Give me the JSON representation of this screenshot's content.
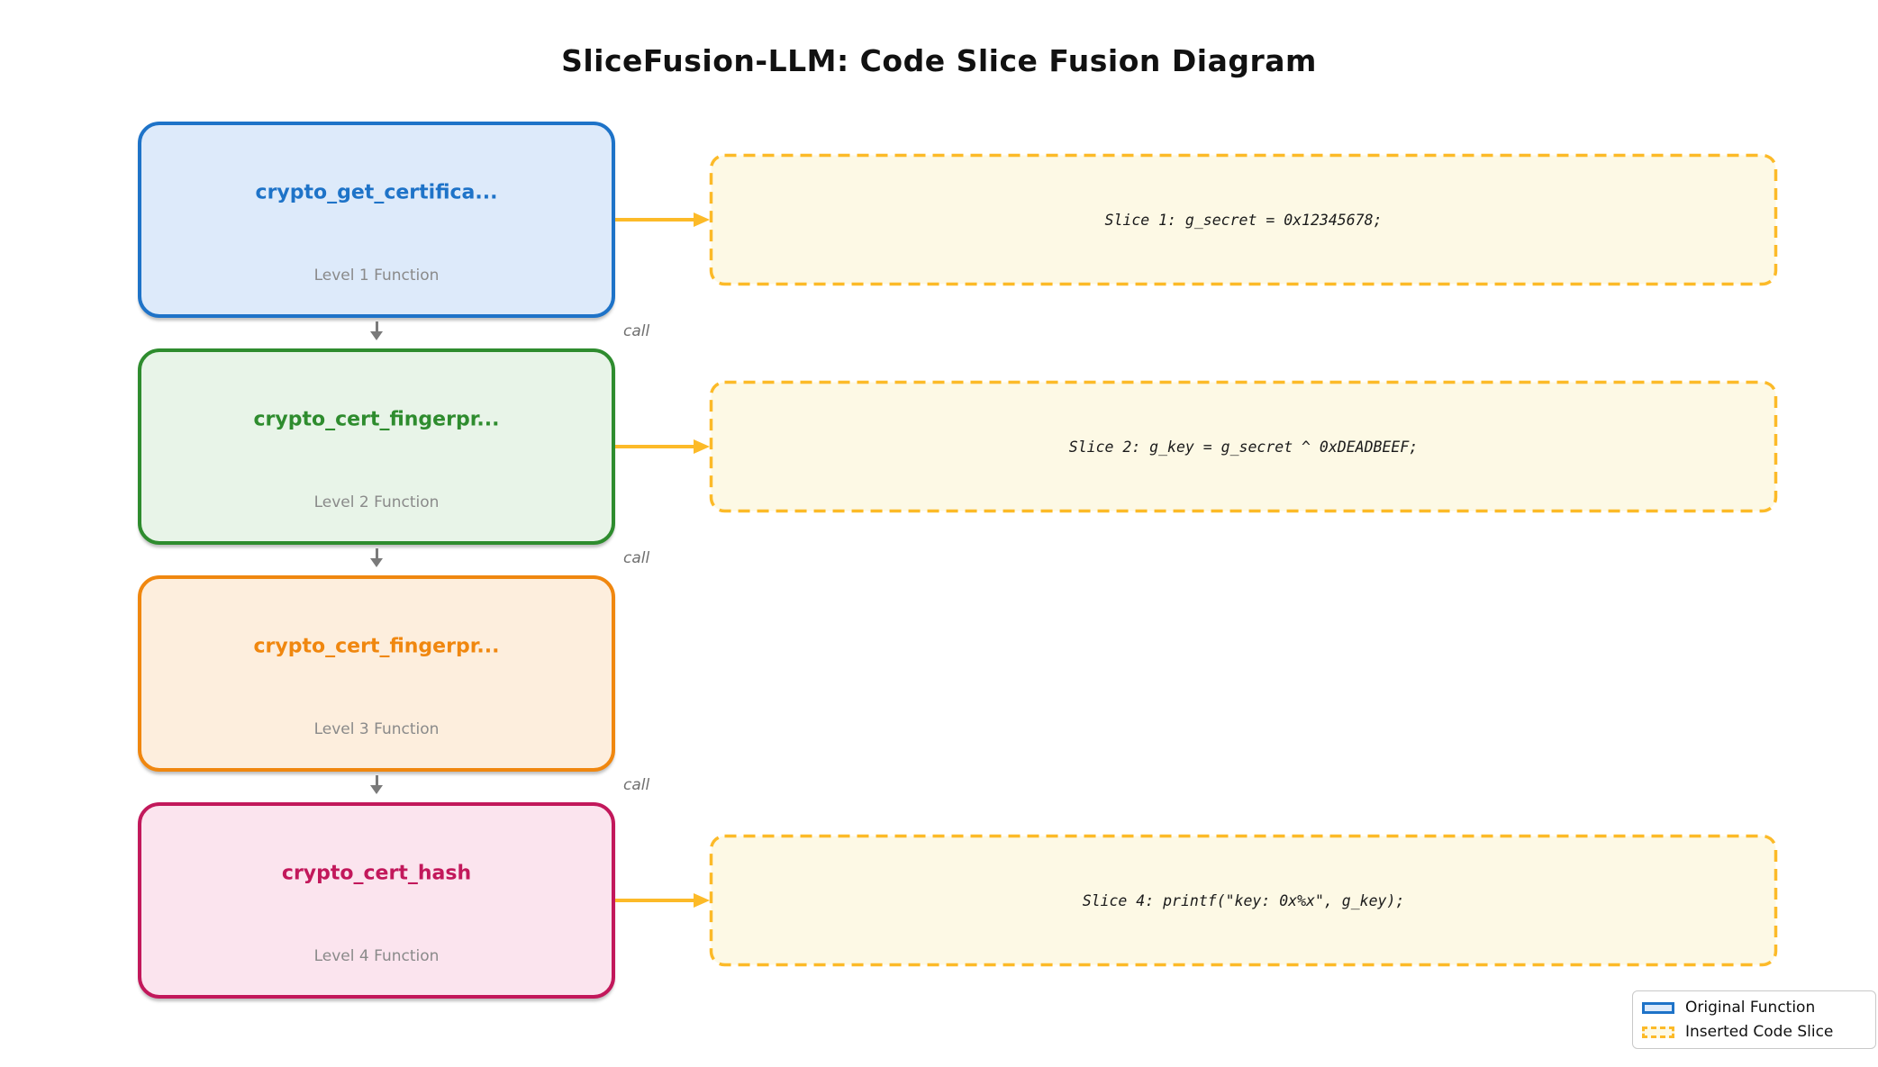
{
  "title": "SliceFusion-LLM: Code Slice Fusion Diagram",
  "functions": [
    {
      "name": "crypto_get_certifica...",
      "level": "Level 1 Function",
      "border_color": "#1e73c8",
      "fill_color": "#ddeafa"
    },
    {
      "name": "crypto_cert_fingerpr...",
      "level": "Level 2 Function",
      "border_color": "#2e8c2e",
      "fill_color": "#e8f4e8"
    },
    {
      "name": "crypto_cert_fingerpr...",
      "level": "Level 3 Function",
      "border_color": "#f0870f",
      "fill_color": "#fdeedd"
    },
    {
      "name": "crypto_cert_hash",
      "level": "Level 4 Function",
      "border_color": "#c2185b",
      "fill_color": "#fbe4ee"
    }
  ],
  "slices": [
    {
      "text": "Slice 1: g_secret = 0x12345678;"
    },
    {
      "text": "Slice 2: g_key = g_secret ^ 0xDEADBEEF;"
    },
    {
      "text": "Slice 4: printf(\"key: 0x%x\", g_key);"
    }
  ],
  "edges": {
    "call_label": "call"
  },
  "legend": {
    "items": [
      {
        "label": "Original Function"
      },
      {
        "label": "Inserted Code Slice"
      }
    ]
  },
  "colors": {
    "slice_border": "#fcba28",
    "slice_fill": "#fdf9e5",
    "arrow": "#fcba28",
    "level_text": "#8a8a8a",
    "call_text": "#6f6f6f",
    "connector": "#7a7a7a"
  }
}
